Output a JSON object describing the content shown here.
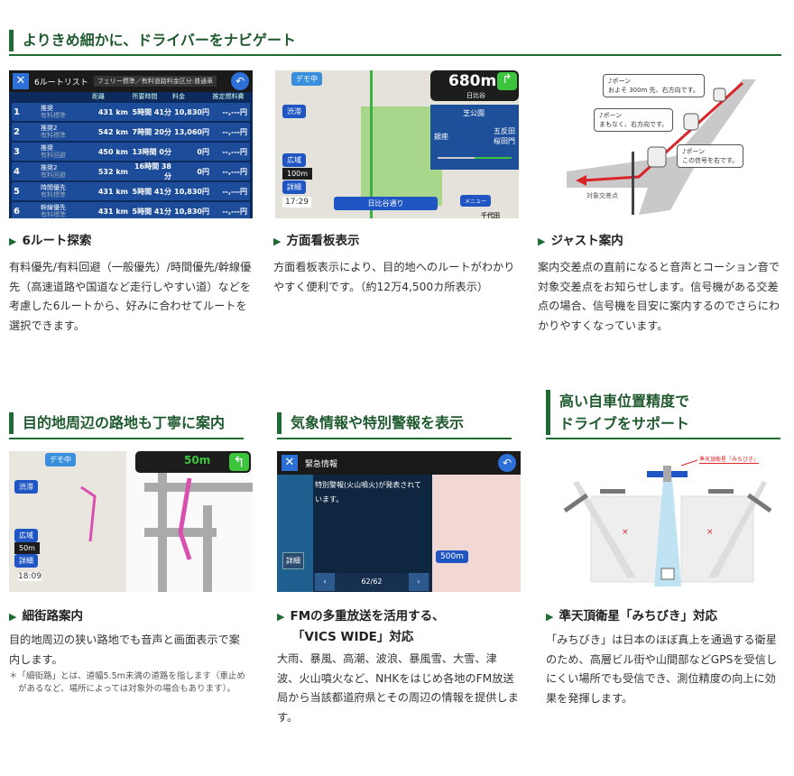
{
  "section1": {
    "title": "よりきめ細かに、ドライバーをナビゲート",
    "features": [
      {
        "caption": "6ルート探索",
        "body": "有料優先/有料回避（一般優先）/時間優先/幹線優先（高速道路や国道など走行しやすい道）などを考慮した6ルートから、好みに合わせてルートを選択できます。",
        "screen": {
          "title": "6ルートリスト",
          "conditions": "フェリー標準／有料道路料金区分:普通車",
          "columns": [
            "距離",
            "所要時間",
            "料金",
            "推定燃料費"
          ],
          "routes": [
            {
              "no": "1",
              "name": "推奨",
              "sub": "有料標準",
              "distance": "431 km",
              "time": "5時間 41分",
              "fee": "10,830円",
              "fuel": "--,---円"
            },
            {
              "no": "2",
              "name": "推奨2",
              "sub": "有料標準",
              "distance": "542 km",
              "time": "7時間 20分",
              "fee": "13,060円",
              "fuel": "--,---円"
            },
            {
              "no": "3",
              "name": "推奨",
              "sub": "有料回避",
              "distance": "450 km",
              "time": "13時間 0分",
              "fee": "0円",
              "fuel": "--,---円"
            },
            {
              "no": "4",
              "name": "推奨2",
              "sub": "有料回避",
              "distance": "532 km",
              "time": "16時間 38分",
              "fee": "0円",
              "fuel": "--,---円"
            },
            {
              "no": "5",
              "name": "時間優先",
              "sub": "有料標準",
              "distance": "431 km",
              "time": "5時間 41分",
              "fee": "10,830円",
              "fuel": "--,---円"
            },
            {
              "no": "6",
              "name": "幹線優先",
              "sub": "有料標準",
              "distance": "431 km",
              "time": "5時間 41分",
              "fee": "10,830円",
              "fuel": "--,---円"
            }
          ]
        }
      },
      {
        "caption": "方面看板表示",
        "body": "方面看板表示により、目的地へのルートがわかりやすく便利です。（約12万4,500カ所表示）",
        "screen": {
          "distance": "680m",
          "junction": "日比谷",
          "north": "芝公園",
          "west": "銀座",
          "east": "五反田 桜田門",
          "road": "日比谷通り",
          "demo": "デモ中",
          "traffic": "渋滞",
          "wide": "広域",
          "scale": "100m",
          "detail": "詳細",
          "clock": "17:29",
          "menu": "メニュー",
          "area": "千代田"
        }
      },
      {
        "caption": "ジャスト案内",
        "body": "案内交差点の直前になると音声とコーション音で対象交差点をお知らせします。信号機がある交差点の場合、信号機を目安に案内するのでさらにわかりやすくなっています。",
        "bubbles": [
          "♪ポーン\nおよそ 300m 先、右方向です。",
          "♪ポーン\nまもなく、右方向です。",
          "♪ポーン\nこの信号を右です。"
        ],
        "intersection_label": "対象交差点"
      }
    ]
  },
  "section2": [
    {
      "title": "目的地周辺の路地も丁寧に案内",
      "caption": "細街路案内",
      "body": "目的地周辺の狭い路地でも音声と画面表示で案内します。",
      "note": "＊「細街路」とは、道幅5.5m未満の道路を指します（車止めがあるなど、場所によっては対象外の場合もあります）。",
      "screen": {
        "distance": "50m",
        "demo": "デモ中",
        "clock": "18:09",
        "wide": "広域",
        "scale": "50m",
        "detail": "詳細",
        "traffic": "渋滞"
      }
    },
    {
      "title": "気象情報や特別警報を表示",
      "caption": "FMの多重放送を活用する、「VICS WIDE」対応",
      "body": "大雨、暴風、高潮、波浪、暴風雪、大雪、津波、火山噴火など、NHKをはじめ各地のFM放送局から当該都道府県とその周辺の情報を提供します。",
      "screen": {
        "title": "緊急情報",
        "message": "特別警報(火山噴火)が発表されています。",
        "page": "62/62",
        "detail": "詳細",
        "scale": "500m"
      }
    },
    {
      "title": "高い自車位置精度でドライブをサポート",
      "caption": "準天頂衛星「みちびき」対応",
      "body": "「みちびき」は日本のほぼ真上を通過する衛星のため、高層ビル街や山間部などGPSを受信しにくい場所でも受信でき、測位精度の向上に効果を発揮します。",
      "satellite_label": "準天頂衛星「みちびき」"
    }
  ],
  "colors": {
    "accent": "#1e6b34",
    "nav_blue": "#1f56c4",
    "route_red": "#d9252a"
  }
}
